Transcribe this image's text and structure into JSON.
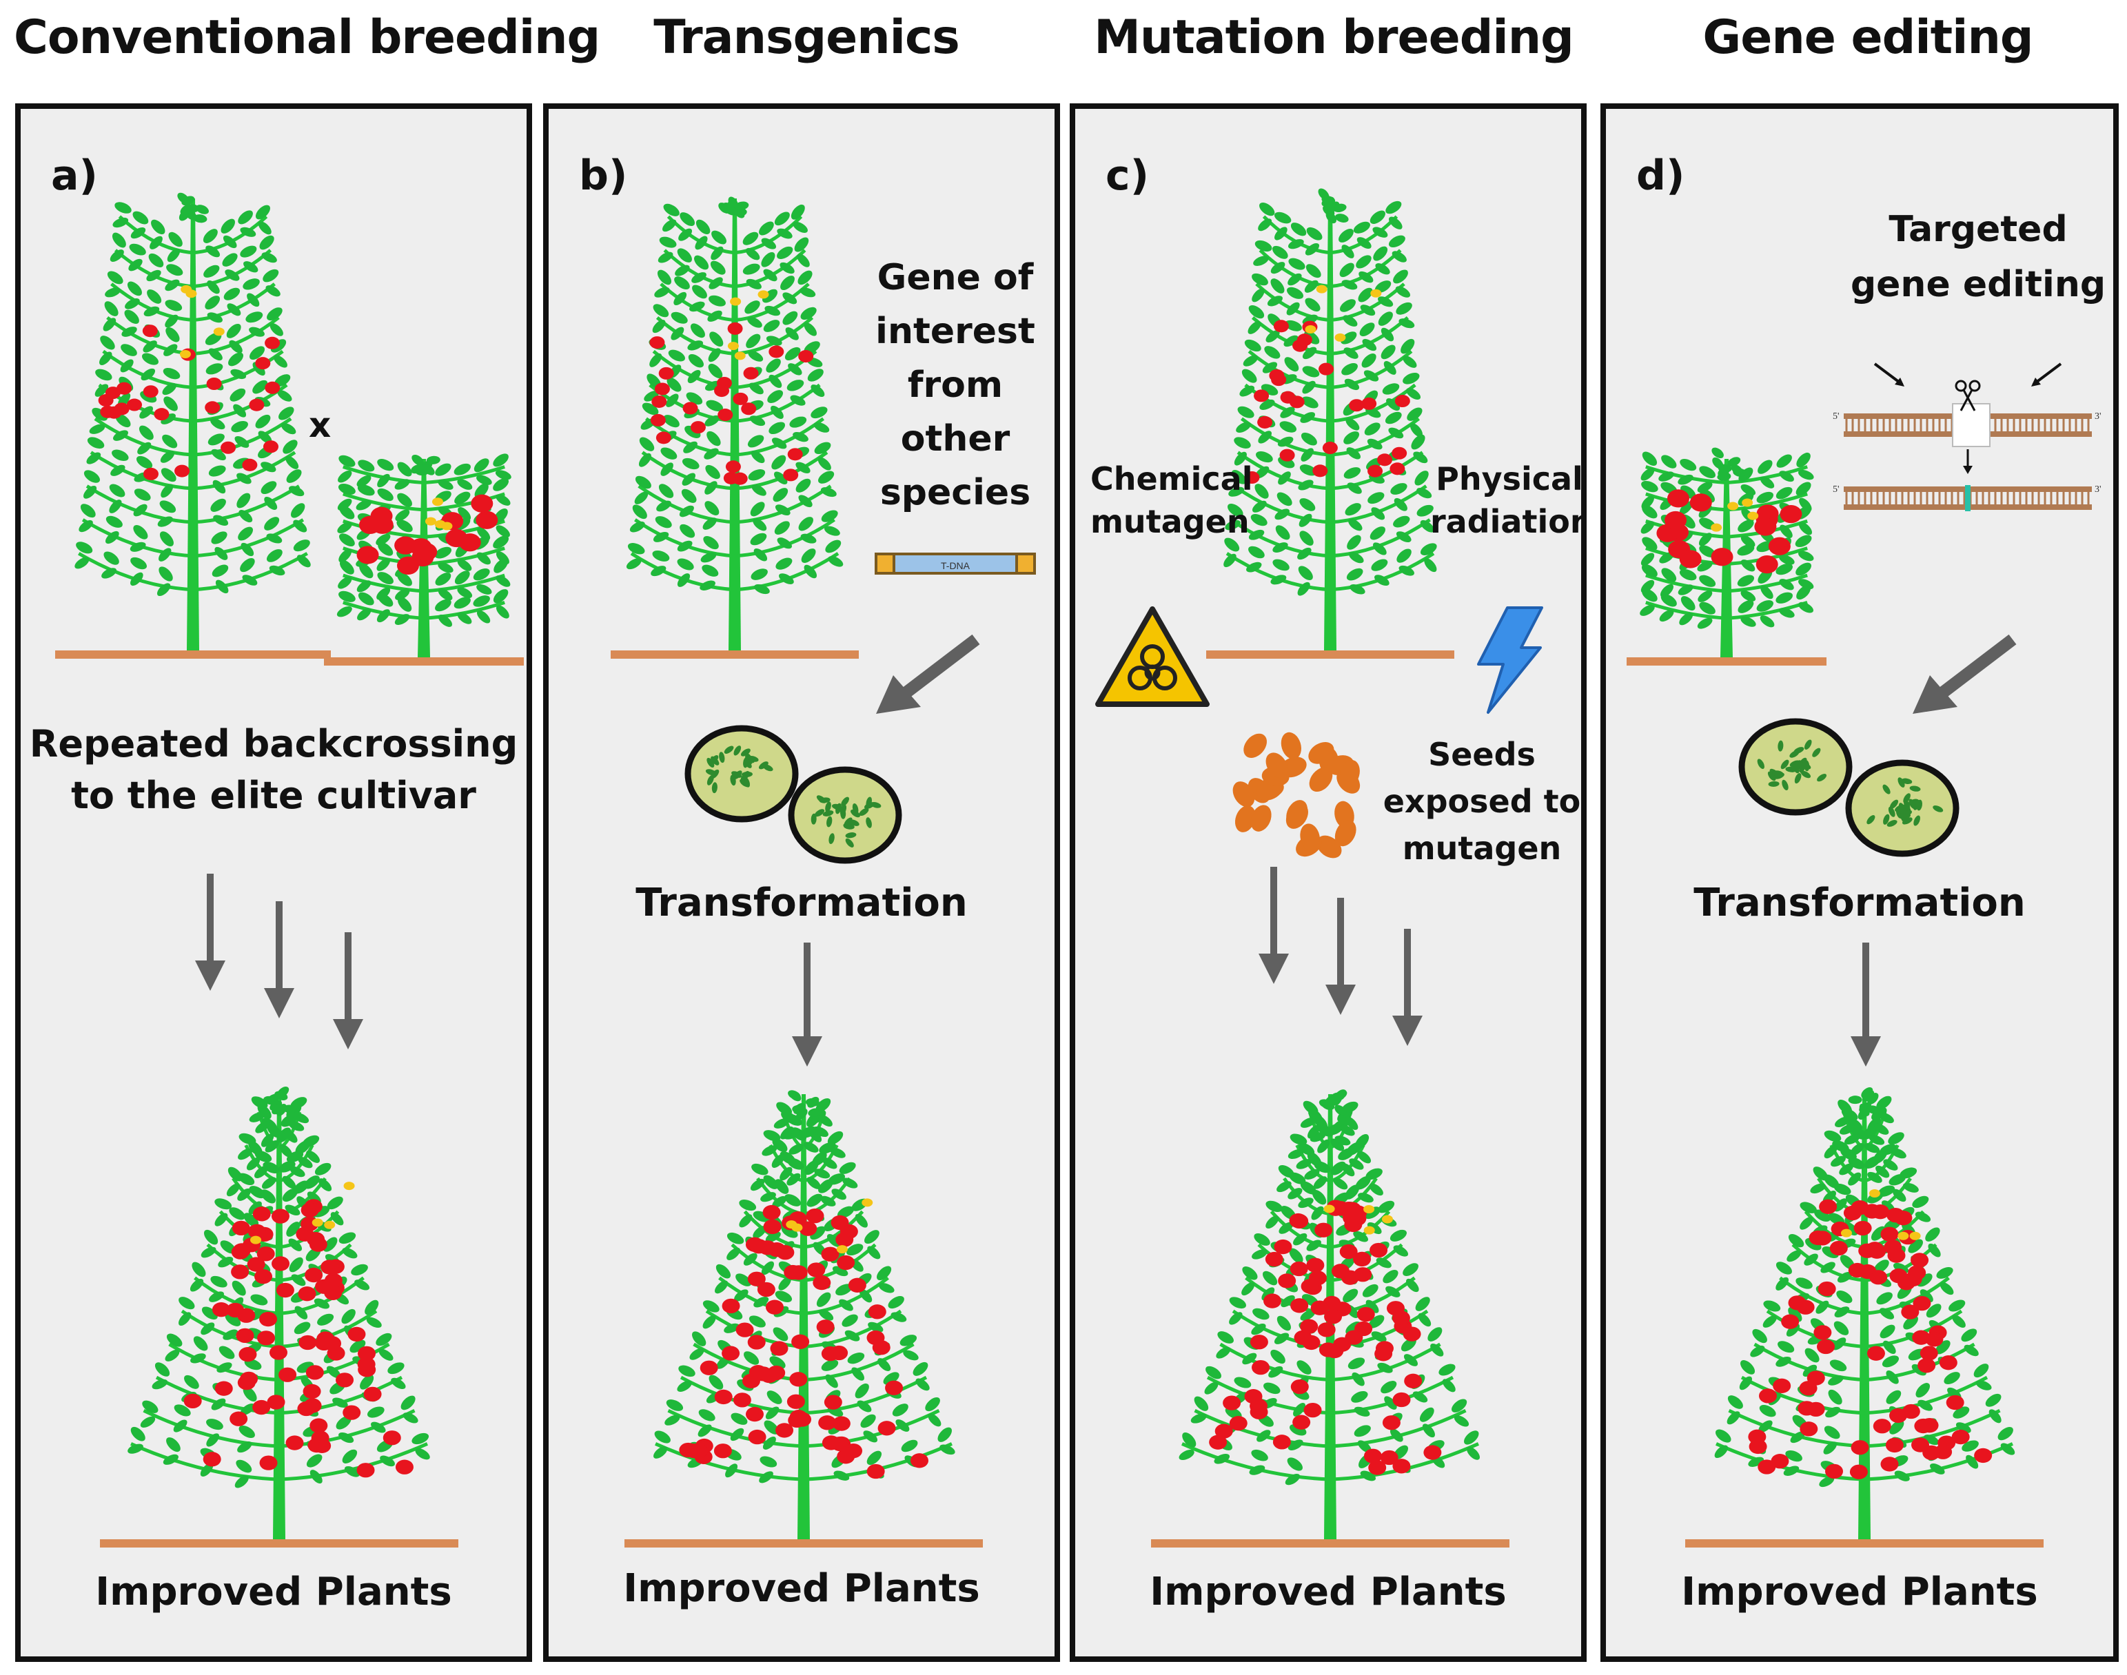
{
  "columns": [
    {
      "header": "Conventional breeding",
      "panel_label": "a)",
      "cross_symbol": "x",
      "process": [
        "Repeated backcrossing",
        "to the elite cultivar"
      ],
      "result": "Improved Plants"
    },
    {
      "header": "Transgenics",
      "panel_label": "b)",
      "gene_text": [
        "Gene of",
        "interest",
        "from",
        "other",
        "species"
      ],
      "construct_label": "T-DNA",
      "step": "Transformation",
      "result": "Improved Plants"
    },
    {
      "header": "Mutation breeding",
      "panel_label": "c)",
      "chemical": [
        "Chemical",
        "mutagen"
      ],
      "physical": [
        "Physical",
        "radiation"
      ],
      "seeds": [
        "Seeds",
        "exposed to",
        "mutagen"
      ],
      "result": "Improved Plants"
    },
    {
      "header": "Gene editing",
      "panel_label": "d)",
      "editing": [
        "Targeted",
        "gene editing"
      ],
      "dna_ends": [
        "5'",
        "3'"
      ],
      "step": "Transformation",
      "result": "Improved Plants"
    }
  ],
  "colors": {
    "panel_bg": "#eeeeee",
    "border": "#111111",
    "stem": "#22c43a",
    "leaf": "#1fb83a",
    "tomato": "#e8141e",
    "flower": "#f5c518",
    "soil": "#d98a55",
    "arrow": "#606060",
    "seed": "#e2741f",
    "cell_fill": "#cfd88a",
    "cell_dots": "#2e8b2e",
    "dna": "#b07a52",
    "bolt": "#2f80e0",
    "hazard": "#f5c400"
  },
  "icons": [
    "tomato-plant-icon",
    "arrow-down-icon",
    "arrow-diagonal-icon",
    "plant-cell-icon",
    "biohazard-icon",
    "lightning-icon",
    "scissors-icon",
    "dna-strand-icon",
    "seed-icon"
  ]
}
